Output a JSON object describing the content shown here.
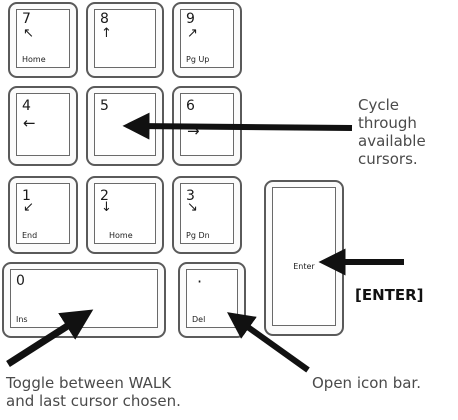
{
  "keys": {
    "k7": {
      "num": "7",
      "sym": "↖",
      "sub": "Home"
    },
    "k8": {
      "num": "8",
      "sym": "↑",
      "sub": ""
    },
    "k9": {
      "num": "9",
      "sym": "↗",
      "sub": "Pg Up"
    },
    "k4": {
      "num": "4",
      "sym": "←",
      "sub": ""
    },
    "k5": {
      "num": "5",
      "sym": "",
      "sub": ""
    },
    "k6": {
      "num": "6",
      "sym": "→",
      "sub": ""
    },
    "k1": {
      "num": "1",
      "sym": "↙",
      "sub": "End"
    },
    "k2": {
      "num": "2",
      "sym": "↓",
      "sub": "Home"
    },
    "k3": {
      "num": "3",
      "sym": "↘",
      "sub": "Pg Dn"
    },
    "k0": {
      "num": "0",
      "sym": "",
      "sub": "Ins"
    },
    "kdot": {
      "num": "·",
      "sym": "",
      "sub": "Del"
    },
    "kenter": {
      "label": "Enter"
    }
  },
  "annotations": {
    "cycle": "Cycle\nthrough\navailable\ncursors.",
    "enter": "[ENTER]",
    "toggle": "Toggle between WALK\nand last cursor chosen.",
    "iconbar": "Open icon bar."
  },
  "colors": {
    "arrow": "#111111",
    "key_border": "#5a5a5a"
  }
}
